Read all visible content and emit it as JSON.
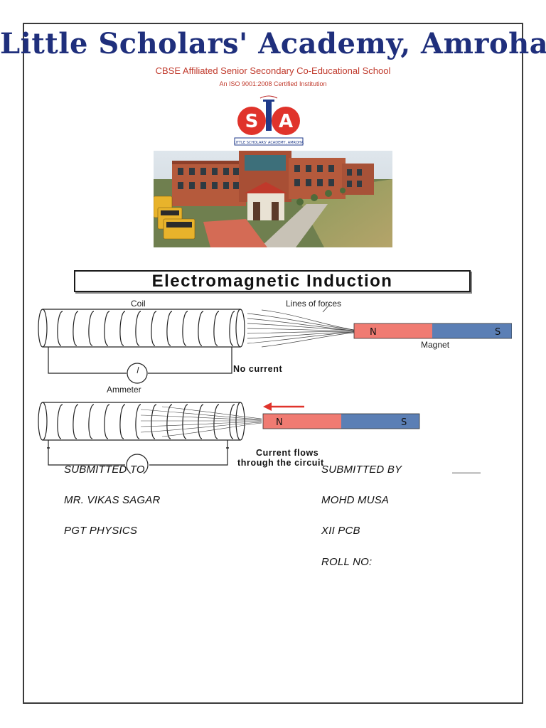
{
  "header": {
    "school_name": "Little Scholars' Academy, Amroha",
    "affiliation": "CBSE Affiliated Senior Secondary Co-Educational School",
    "certification": "An ISO 9001:2008 Certified Institution"
  },
  "logo": {
    "monogram_left": "S",
    "monogram_right": "A",
    "caption": "LITTLE SCHOLARS' ACADEMY, AMROHA"
  },
  "diagram": {
    "title": "Electromagnetic Induction",
    "labels": {
      "coil": "Coil",
      "lines_of_forces": "Lines of forces",
      "magnet": "Magnet",
      "no_current": "No current",
      "ammeter": "Ammeter",
      "current_flows_1": "Current flows",
      "current_flows_2": "through the circuit"
    },
    "magnet_poles": {
      "north": "N",
      "south": "S"
    },
    "colors": {
      "north_pole": "#f07b72",
      "south_pole": "#5b7fb5",
      "arrow": "#e0332b"
    }
  },
  "submission": {
    "submitted_to": {
      "heading": "SUBMITTED TO",
      "name": "MR. VIKAS SAGAR",
      "designation": "PGT PHYSICS"
    },
    "submitted_by": {
      "heading": "SUBMITTED BY",
      "name": "MOHD MUSA",
      "class": "XII PCB",
      "roll": "ROLL NO:"
    }
  }
}
